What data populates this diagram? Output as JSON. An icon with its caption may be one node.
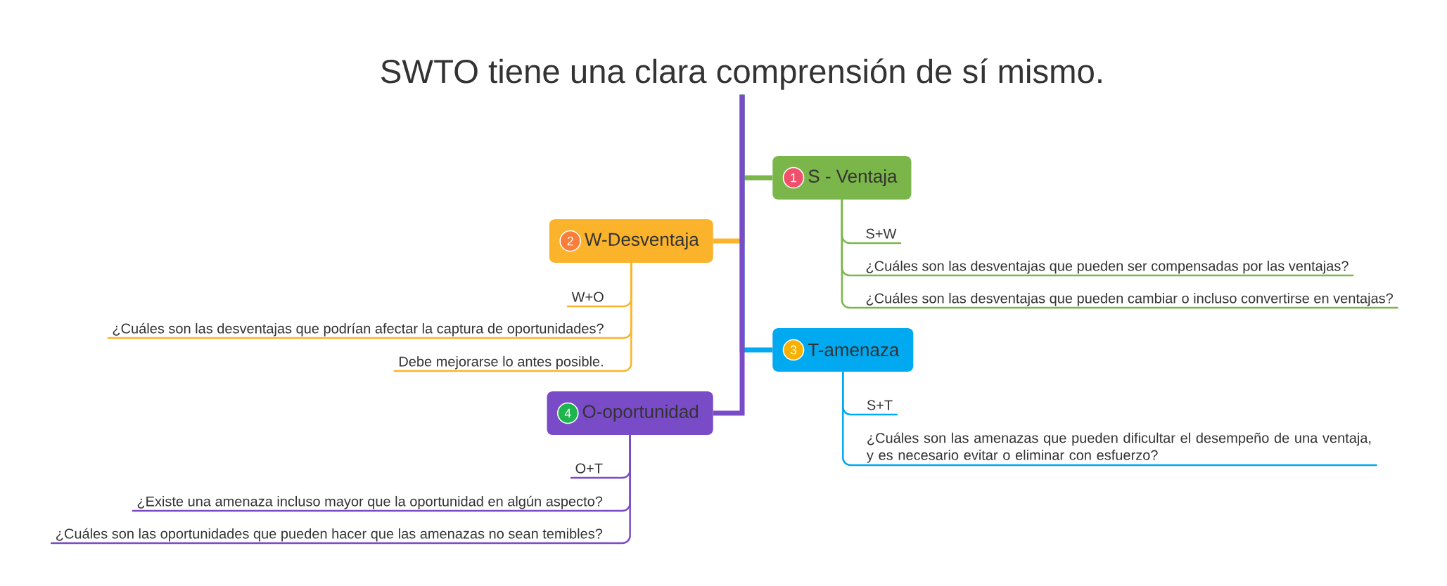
{
  "diagram": {
    "nodes": [
      {
        "text": [
          "SWTO tiene una clara comprensión de sí mismo."
        ]
      },
      {
        "text": [
          "1",
          "S - Ventaja"
        ]
      },
      {
        "text": [
          "S+W"
        ]
      },
      {
        "text": [
          "¿Cuáles son las desventajas que pueden ser compensadas por las ventajas?"
        ]
      },
      {
        "text": [
          "¿Cuáles son las desventajas que pueden cambiar o incluso convertirse en ventajas?"
        ]
      },
      {
        "text": [
          "2",
          "W-Desventaja"
        ]
      },
      {
        "text": [
          "W+O"
        ]
      },
      {
        "text": [
          "¿Cuáles son las desventajas que podrían afectar la captura de oportunidades?"
        ]
      },
      {
        "text": [
          "Debe mejorarse lo antes posible."
        ]
      },
      {
        "text": [
          "3",
          "T-amenaza"
        ]
      },
      {
        "text": [
          "S+T"
        ]
      },
      {
        "text": [
          "¿Cuáles son las amenazas que pueden dificultar el desempeño de una ventaja, y es necesario evitar o eliminar con esfuerzo?"
        ]
      },
      {
        "text": [
          "4",
          "O-oportunidad"
        ]
      },
      {
        "text": [
          "O+T"
        ]
      },
      {
        "text": [
          "¿Existe una amenaza incluso mayor que la oportunidad en algún aspecto?"
        ]
      },
      {
        "text": [
          "¿Cuáles son las oportunidades que pueden hacer que las amenazas no sean temibles?"
        ]
      }
    ],
    "edges": [
      {
        "from": 0,
        "to": 1,
        "arrow": "none",
        "style": "thick",
        "color": "#7bb64a"
      },
      {
        "from": 0,
        "to": 5,
        "arrow": "none",
        "style": "thick",
        "color": "#fbb32b"
      },
      {
        "from": 0,
        "to": 9,
        "arrow": "none",
        "style": "thick",
        "color": "#00a9f0"
      },
      {
        "from": 0,
        "to": 12,
        "arrow": "none",
        "style": "thick",
        "color": "#7a4bc6"
      },
      {
        "from": 1,
        "to": 2,
        "arrow": "none",
        "color": "#7bb64a"
      },
      {
        "from": 1,
        "to": 3,
        "arrow": "none",
        "color": "#7bb64a"
      },
      {
        "from": 1,
        "to": 4,
        "arrow": "none",
        "color": "#7bb64a"
      },
      {
        "from": 5,
        "to": 6,
        "arrow": "none",
        "color": "#fbb32b"
      },
      {
        "from": 5,
        "to": 7,
        "arrow": "none",
        "color": "#fbb32b"
      },
      {
        "from": 5,
        "to": 8,
        "arrow": "none",
        "color": "#fbb32b"
      },
      {
        "from": 9,
        "to": 10,
        "arrow": "none",
        "color": "#00a9f0"
      },
      {
        "from": 9,
        "to": 11,
        "arrow": "none",
        "color": "#00a9f0"
      },
      {
        "from": 12,
        "to": 13,
        "arrow": "none",
        "color": "#7a4bc6"
      },
      {
        "from": 12,
        "to": 14,
        "arrow": "none",
        "color": "#7a4bc6"
      },
      {
        "from": 12,
        "to": 15,
        "arrow": "none",
        "color": "#7a4bc6"
      }
    ]
  }
}
